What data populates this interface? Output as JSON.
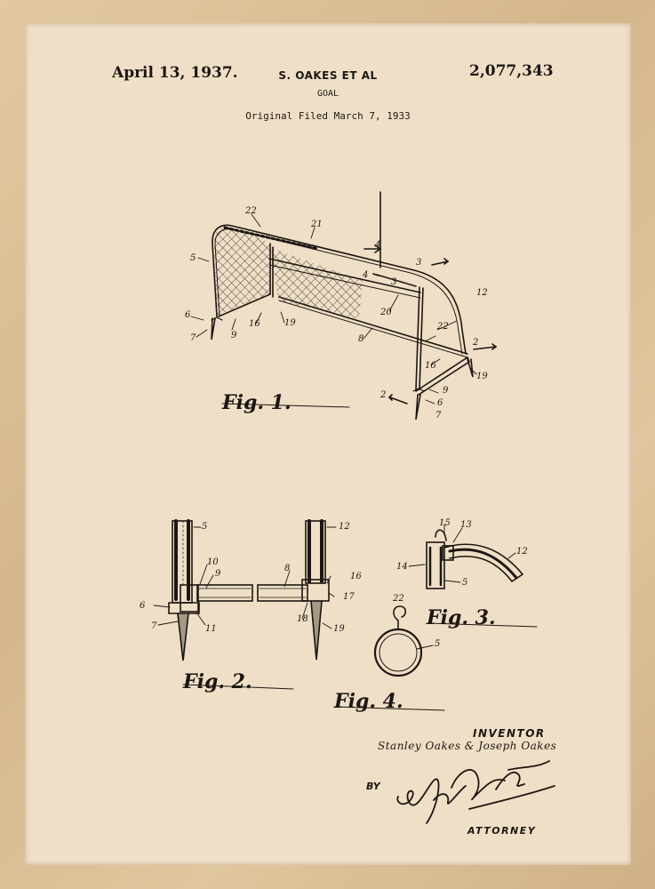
{
  "header": {
    "date": "April 13, 1937.",
    "inventors": "S. OAKES ET AL",
    "patent_number": "2,077,343",
    "title": "GOAL",
    "filed": "Original Filed March 7, 1933"
  },
  "figures": {
    "fig1": "Fig. 1.",
    "fig2": "Fig. 2.",
    "fig3": "Fig. 3.",
    "fig4": "Fig. 4."
  },
  "ref_numerals": {
    "fig1": [
      "22",
      "21",
      "4",
      "4",
      "3",
      "3",
      "5",
      "12",
      "20",
      "6",
      "16",
      "19",
      "7",
      "9",
      "8",
      "22",
      "2",
      "16",
      "19",
      "2",
      "9",
      "6",
      "7"
    ],
    "fig2": [
      "5",
      "12",
      "10",
      "9",
      "8",
      "16",
      "6",
      "17",
      "7",
      "11",
      "18",
      "19"
    ],
    "fig3": [
      "15",
      "13",
      "12",
      "14",
      "5"
    ],
    "fig4": [
      "22",
      "5"
    ]
  },
  "signature_block": {
    "inventor_label": "INVENTOR",
    "inventor_names": "Stanley Oakes & Joseph Oakes",
    "by_label": "BY",
    "attorney_label": "ATTORNEY"
  },
  "colors": {
    "frame": "#d9bf98",
    "paper": "#efdfc6",
    "ink": "#1c1712"
  }
}
